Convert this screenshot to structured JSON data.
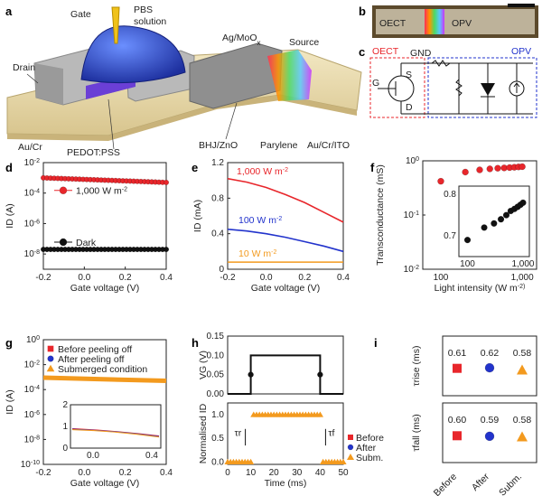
{
  "panels": {
    "a": {
      "letter": "a",
      "labels": {
        "gate": "Gate",
        "pbs": "PBS",
        "pbs2": "solution",
        "drain": "Drain",
        "ag": "Ag/MoO",
        "agsub": "x",
        "source": "Source",
        "aucr": "Au/Cr",
        "pedot": "PEDOT:PSS",
        "bhj": "BHJ/ZnO",
        "parylene": "Parylene",
        "auito": "Au/Cr/ITO"
      }
    },
    "b": {
      "letter": "b",
      "oect": "OECT",
      "opv": "OPV"
    },
    "c": {
      "letter": "c",
      "oect": "OECT",
      "opv": "OPV",
      "gnd": "GND",
      "g": "G",
      "s": "S",
      "d": "D"
    },
    "d": {
      "letter": "d"
    },
    "e": {
      "letter": "e"
    },
    "f": {
      "letter": "f"
    },
    "g": {
      "letter": "g"
    },
    "h": {
      "letter": "h"
    },
    "i": {
      "letter": "i"
    }
  },
  "colors": {
    "red": "#e8262b",
    "blue": "#2233cc",
    "orange": "#f39a1e",
    "black": "#111111"
  },
  "chart_data": [
    {
      "id": "d",
      "type": "scatter",
      "xlabel": "Gate voltage (V)",
      "ylabel": "I_D (A)",
      "log_y": true,
      "xlim": [
        -0.2,
        0.4
      ],
      "ylim": [
        1e-09,
        0.01
      ],
      "xticks": [
        "-0.2",
        "0.0",
        "0.2",
        "0.4"
      ],
      "yticks": [
        "10^-8",
        "10^-6",
        "10^-4",
        "10^-2"
      ],
      "series": [
        {
          "name": "1,000 W m^-2",
          "color": "#e8262b",
          "x": [
            -0.2,
            0.4
          ],
          "y": [
            0.001,
            0.0005
          ]
        },
        {
          "name": "Dark",
          "color": "#111111",
          "x": [
            -0.2,
            0.4
          ],
          "y": [
            2e-08,
            2e-08
          ]
        }
      ]
    },
    {
      "id": "e",
      "type": "line",
      "xlabel": "Gate voltage (V)",
      "ylabel": "I_D (mA)",
      "xlim": [
        -0.2,
        0.4
      ],
      "ylim": [
        0,
        1.2
      ],
      "xticks": [
        "-0.2",
        "0.0",
        "0.2",
        "0.4"
      ],
      "yticks": [
        "0",
        "0.4",
        "0.8",
        "1.2"
      ],
      "series": [
        {
          "name": "1,000 W m^-2",
          "color": "#e8262b",
          "x": [
            -0.2,
            -0.1,
            0,
            0.1,
            0.2,
            0.3,
            0.4
          ],
          "y": [
            1.02,
            0.98,
            0.92,
            0.84,
            0.75,
            0.64,
            0.53
          ]
        },
        {
          "name": "100 W m^-2",
          "color": "#2233cc",
          "x": [
            -0.2,
            -0.1,
            0,
            0.1,
            0.2,
            0.3,
            0.4
          ],
          "y": [
            0.45,
            0.43,
            0.4,
            0.36,
            0.31,
            0.26,
            0.2
          ]
        },
        {
          "name": "10 W m^-2",
          "color": "#f39a1e",
          "x": [
            -0.2,
            0,
            0.2,
            0.4
          ],
          "y": [
            0.08,
            0.08,
            0.08,
            0.08
          ]
        }
      ]
    },
    {
      "id": "f",
      "type": "scatter",
      "xlabel": "Light intensity (W m^-2)",
      "ylabel": "Transconductance (mS)",
      "log_x": true,
      "log_y": true,
      "xlim": [
        60,
        1500
      ],
      "ylim": [
        0.01,
        1
      ],
      "xticks": [
        "100",
        "1,000"
      ],
      "yticks": [
        "10^-2",
        "10^-1",
        "10^0"
      ],
      "series": [
        {
          "color": "#e8262b",
          "x": [
            100,
            200,
            300,
            400,
            500,
            600,
            700,
            800,
            900,
            1000
          ],
          "y": [
            0.42,
            0.62,
            0.68,
            0.71,
            0.73,
            0.74,
            0.75,
            0.76,
            0.77,
            0.78
          ]
        }
      ],
      "inset": {
        "yticks": [
          "0.7",
          "0.8"
        ],
        "xticks": [
          "100",
          "1,000"
        ],
        "ylim": [
          0.65,
          0.82
        ],
        "x": [
          100,
          200,
          300,
          400,
          500,
          600,
          700,
          800,
          900,
          1000
        ],
        "y": [
          0.69,
          0.72,
          0.73,
          0.74,
          0.75,
          0.76,
          0.765,
          0.77,
          0.775,
          0.78
        ]
      }
    },
    {
      "id": "g",
      "type": "line",
      "xlabel": "Gate voltage (V)",
      "ylabel": "I_D (A)",
      "log_y": true,
      "xlim": [
        -0.2,
        0.4
      ],
      "ylim": [
        1e-10,
        1
      ],
      "xticks": [
        "-0.2",
        "0.0",
        "0.2",
        "0.4"
      ],
      "yticks": [
        "10^-10",
        "10^-8",
        "10^-6",
        "10^-4",
        "10^-2",
        "10^0"
      ],
      "series": [
        {
          "name": "Before peeling off",
          "color": "#e8262b",
          "marker": "square"
        },
        {
          "name": "After peeling off",
          "color": "#2233cc",
          "marker": "circle"
        },
        {
          "name": "Submerged condition",
          "color": "#f39a1e",
          "marker": "triangle"
        }
      ],
      "inset": {
        "yticks": [
          "0",
          "1",
          "2"
        ],
        "xticks": [
          "0.0",
          "0.4"
        ]
      }
    },
    {
      "id": "h",
      "type": "line",
      "xlabel": "Time (ms)",
      "ylabel_top": "V_G (V)",
      "ylabel_bottom": "Normalised I_D",
      "xlim": [
        0,
        50
      ],
      "xticks": [
        "0",
        "10",
        "20",
        "30",
        "40",
        "50"
      ],
      "yticks_top": [
        "0.00",
        "0.05",
        "0.10",
        "0.15"
      ],
      "yticks_bottom": [
        "0.0",
        "0.5",
        "1.0"
      ],
      "pulse": {
        "start": 10,
        "end": 40,
        "high": 0.1
      },
      "legend": [
        "Before",
        "After",
        "Subm."
      ],
      "annotations": {
        "rise": "τr",
        "fall": "τf"
      }
    },
    {
      "id": "i",
      "type": "scatter",
      "categories": [
        "Before",
        "After",
        "Subm."
      ],
      "rise": {
        "ylabel": "τrise (ms)",
        "values": [
          0.61,
          0.62,
          0.58
        ],
        "labels": [
          "0.61",
          "0.62",
          "0.58"
        ]
      },
      "fall": {
        "ylabel": "τfall (ms)",
        "values": [
          0.6,
          0.59,
          0.58
        ],
        "labels": [
          "0.60",
          "0.59",
          "0.58"
        ]
      }
    }
  ]
}
